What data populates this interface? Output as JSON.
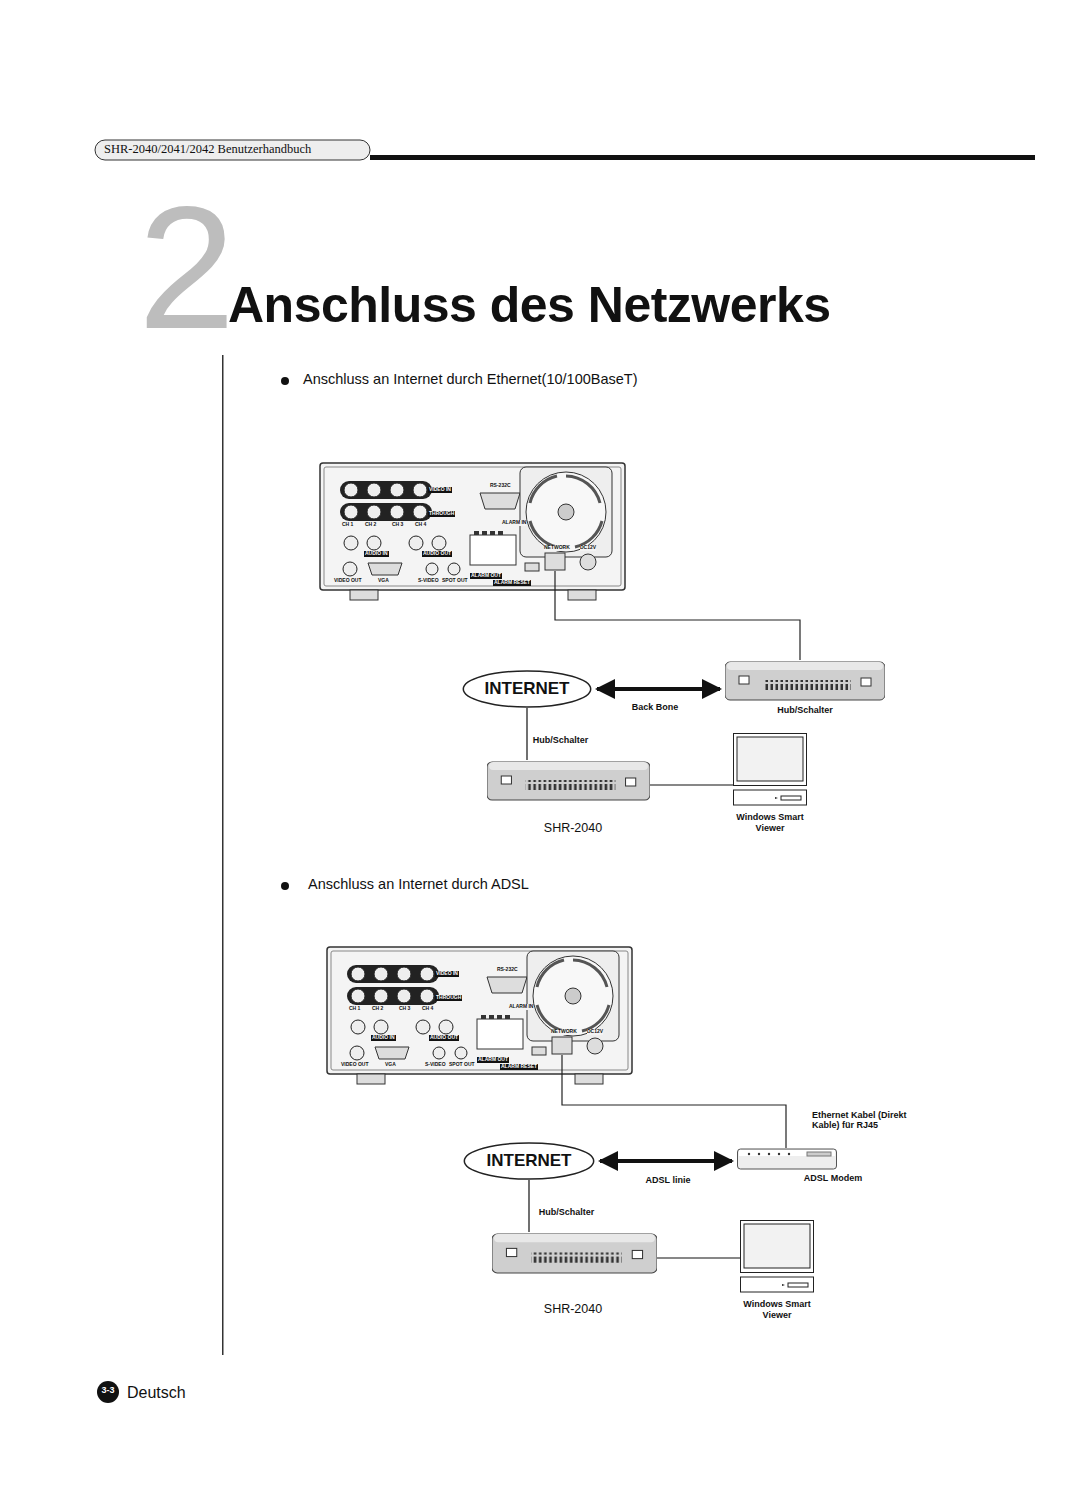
{
  "diagram": {
    "title": "Anschluss des Netzwerks",
    "nodes": [
      {
        "text": [
          "INTERNET"
        ]
      },
      {
        "text": [
          "Hub/Schalter"
        ]
      },
      {
        "text": [
          "Hub/Schalter"
        ]
      },
      {
        "text": [
          "Windows Smart Viewer"
        ]
      },
      {
        "text": [
          "INTERNET"
        ]
      },
      {
        "text": [
          "ADSL Modem"
        ]
      },
      {
        "text": [
          "Hub/Schalter"
        ]
      },
      {
        "text": [
          "Windows Smart Viewer"
        ]
      }
    ],
    "edges": [
      {
        "from": 0,
        "to": 1,
        "arrow": "both",
        "label": "Back Bone"
      },
      {
        "from": 0,
        "to": 2,
        "arrow": "none"
      },
      {
        "from": 2,
        "to": 3,
        "arrow": "none"
      },
      {
        "from": 4,
        "to": 5,
        "arrow": "both",
        "label": "ADSL linie"
      },
      {
        "from": 4,
        "to": 6,
        "arrow": "none"
      },
      {
        "from": 6,
        "to": 7,
        "arrow": "none"
      }
    ],
    "labels": [
      "SHR-2040/2041/2042 Benutzerhandbuch",
      "2",
      "Anschluss an Internet durch Ethernet(10/100BaseT)",
      "VIDEO IN",
      "THROUGH",
      "RS-232C",
      "CH 1",
      "CH 2",
      "CH 3",
      "CH 4",
      "AUDIO IN",
      "AUDIO OUT",
      "ALARM IN",
      "NETWORK",
      "DC12V",
      "VIDEO OUT",
      "VGA",
      "S-VIDEO",
      "SPOT OUT",
      "ALARM OUT",
      "ALARM RESET",
      "SHR-2040",
      "Anschluss an Internet durch ADSL",
      "VIDEO IN",
      "THROUGH",
      "RS-232C",
      "CH 1",
      "CH 2",
      "CH 3",
      "CH 4",
      "AUDIO IN",
      "AUDIO OUT",
      "ALARM IN",
      "NETWORK",
      "DC12V",
      "VIDEO OUT",
      "VGA",
      "S-VIDEO",
      "SPOT OUT",
      "ALARM OUT",
      "ALARM RESET",
      "Ethernet Kabel (Direkt Kable) für RJ45",
      "SHR-2040",
      "3-3",
      "Deutsch"
    ]
  }
}
